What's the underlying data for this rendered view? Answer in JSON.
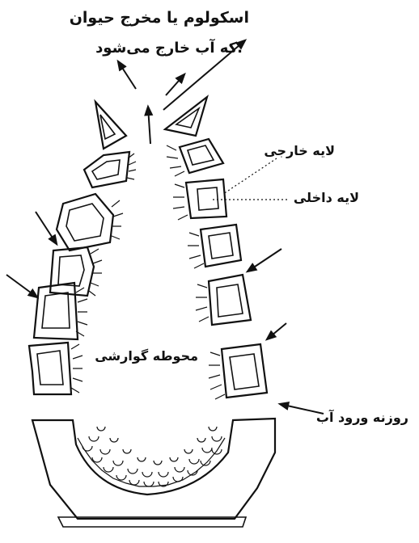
{
  "labels": {
    "osculum": "اسکولوم یا مخرج حیوان",
    "water_exit": "که آب خارج می‌شود.",
    "outer_layer": "لایه خارجی",
    "inner_layer": "لایه داخلی",
    "digestive_cavity": "محوطه گوارشی",
    "water_entry": "روزنه ورود آب"
  }
}
